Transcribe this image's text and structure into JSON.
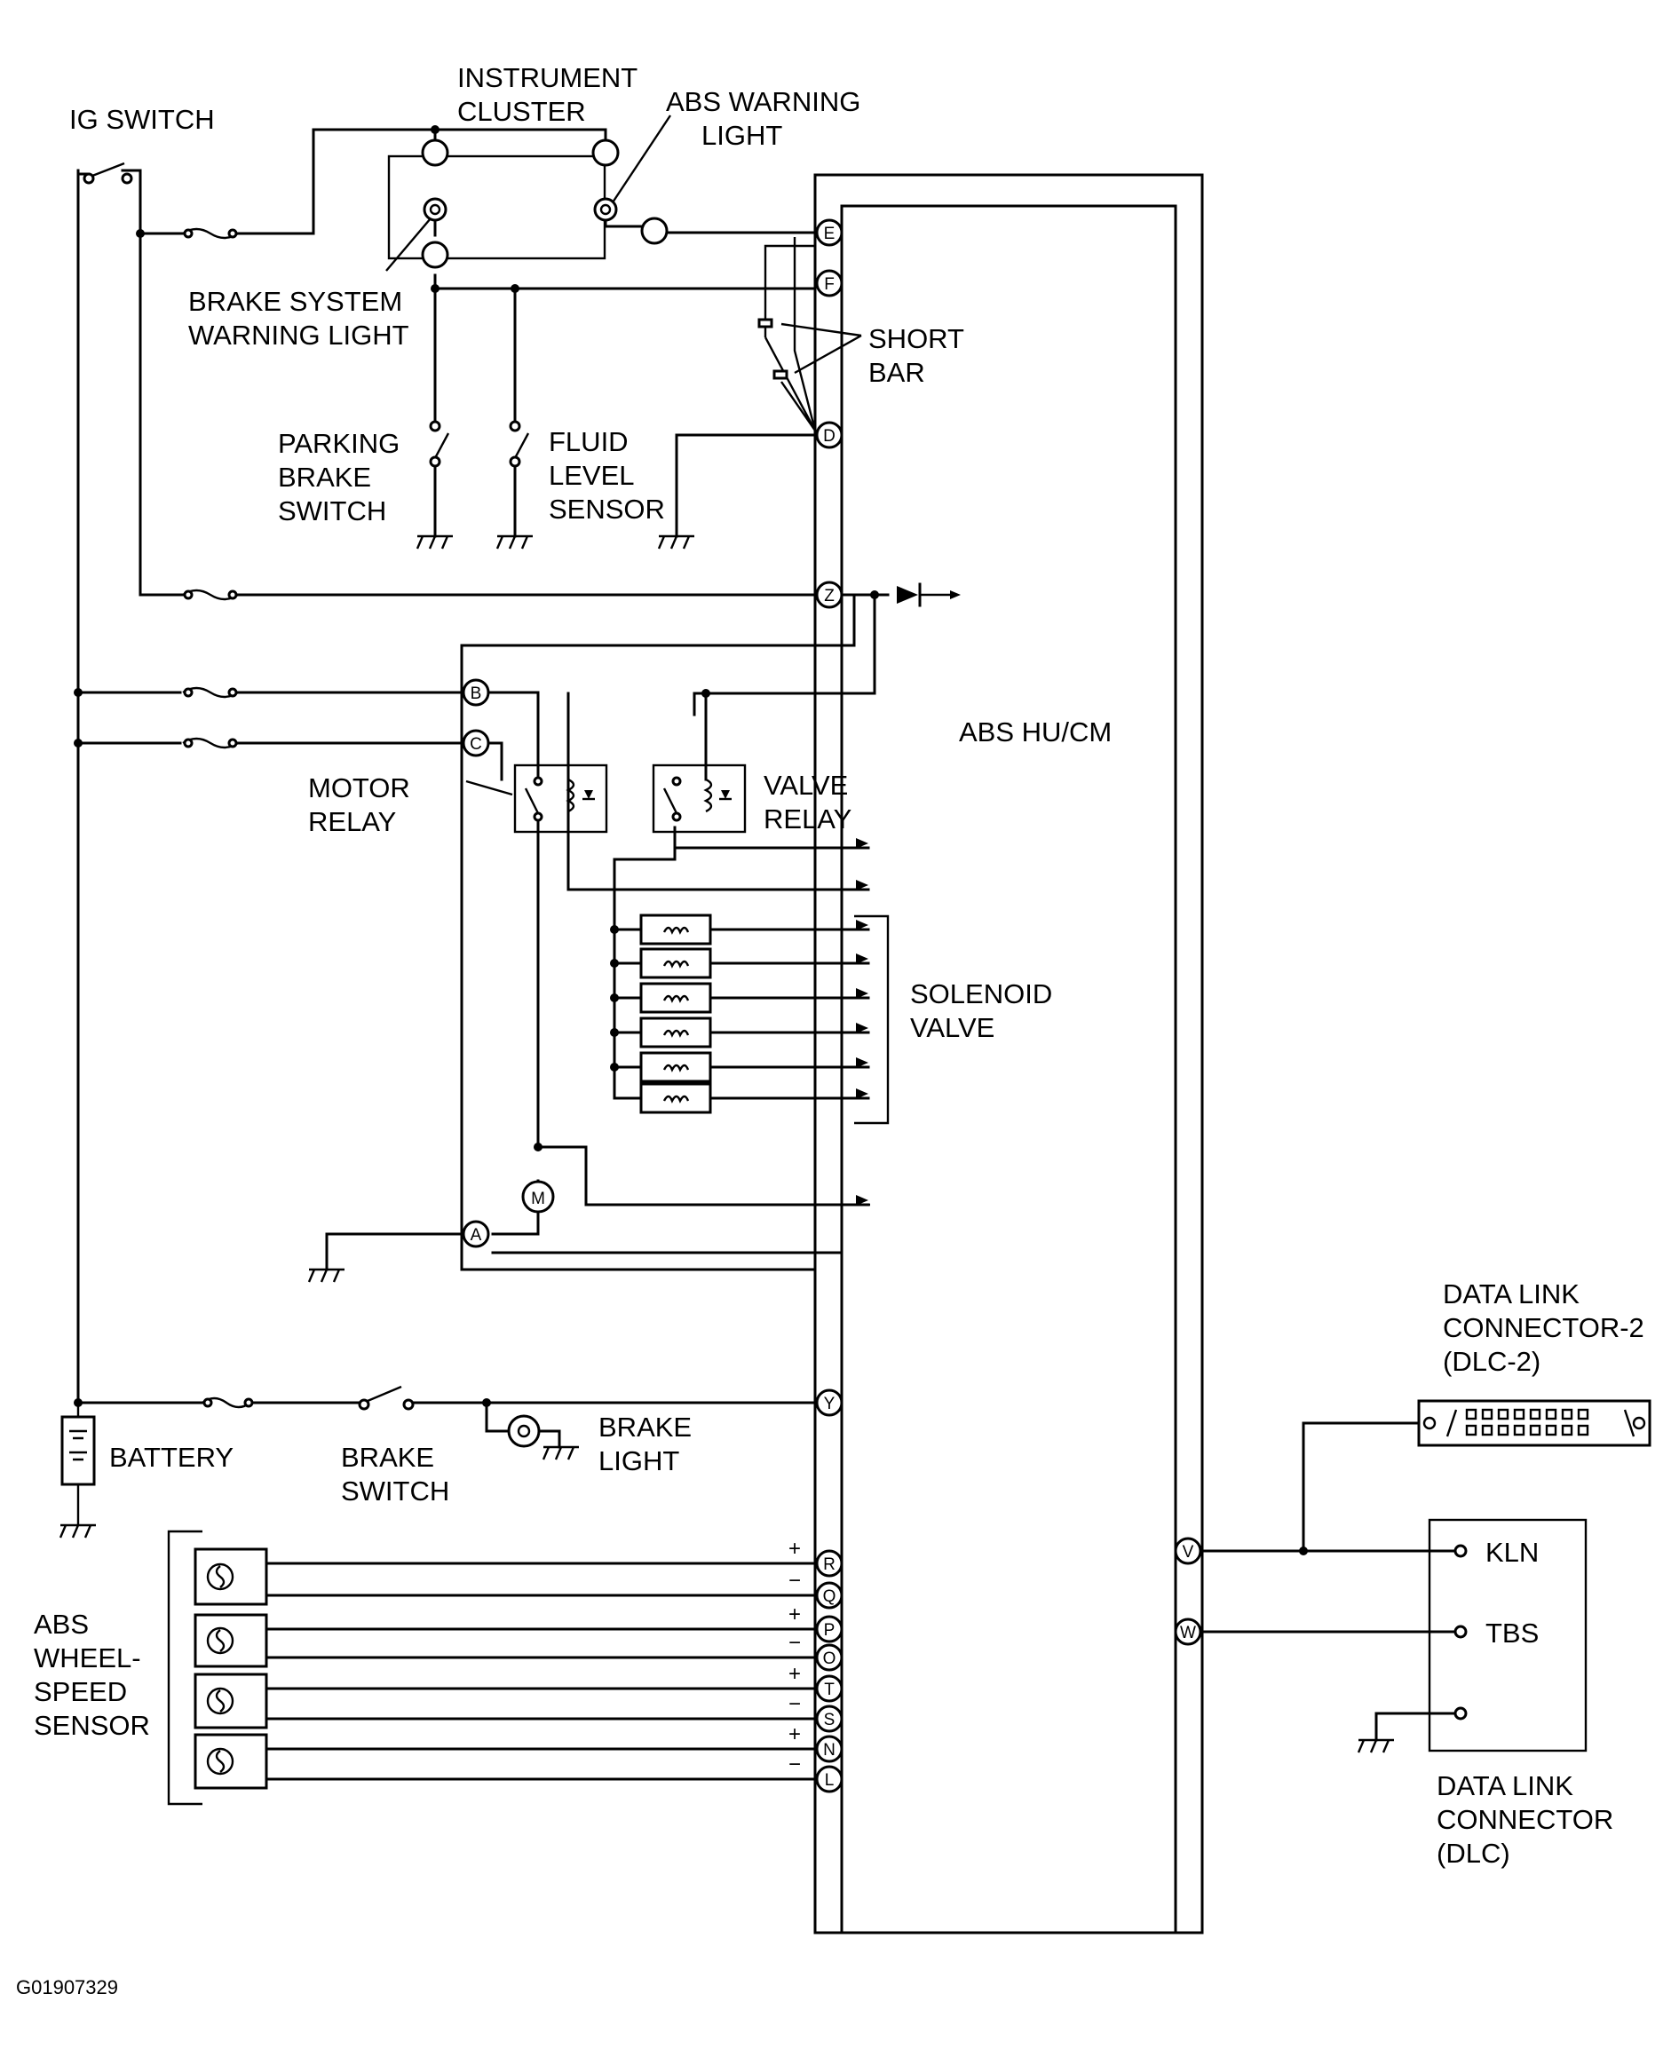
{
  "labels": {
    "ig_switch": "IG SWITCH",
    "instrument_cluster": [
      "INSTRUMENT",
      "CLUSTER"
    ],
    "abs_warning_light": [
      "ABS WARNING",
      "LIGHT"
    ],
    "brake_system_warning_light": [
      "BRAKE SYSTEM",
      "WARNING LIGHT"
    ],
    "short_bar": [
      "SHORT",
      "BAR"
    ],
    "parking_brake_switch": [
      "PARKING",
      "BRAKE",
      "SWITCH"
    ],
    "fluid_level_sensor": [
      "FLUID",
      "LEVEL",
      "SENSOR"
    ],
    "abs_hucm": "ABS HU/CM",
    "motor_relay": [
      "MOTOR",
      "RELAY"
    ],
    "valve_relay": [
      "VALVE",
      "RELAY"
    ],
    "solenoid_valve": [
      "SOLENOID",
      "VALVE"
    ],
    "data_link_connector_2": [
      "DATA LINK",
      "CONNECTOR-2",
      "(DLC-2)"
    ],
    "battery": "BATTERY",
    "brake_switch": [
      "BRAKE",
      "SWITCH"
    ],
    "brake_light": [
      "BRAKE",
      "LIGHT"
    ],
    "abs_wheel_speed_sensor": [
      "ABS",
      "WHEEL-",
      "SPEED",
      "SENSOR"
    ],
    "kln": "KLN",
    "tbs": "TBS",
    "data_link_connector": [
      "DATA LINK",
      "CONNECTOR",
      "(DLC)"
    ],
    "figure_code": "G01907329"
  },
  "pins": {
    "E": "E",
    "F": "F",
    "D": "D",
    "Z": "Z",
    "B": "B",
    "C": "C",
    "A": "A",
    "Y": "Y",
    "R": "R",
    "Q": "Q",
    "P": "P",
    "O": "O",
    "T": "T",
    "S": "S",
    "N": "N",
    "L": "L",
    "V": "V",
    "W": "W",
    "M": "M"
  },
  "polarity": {
    "plus": "+",
    "minus": "−"
  }
}
